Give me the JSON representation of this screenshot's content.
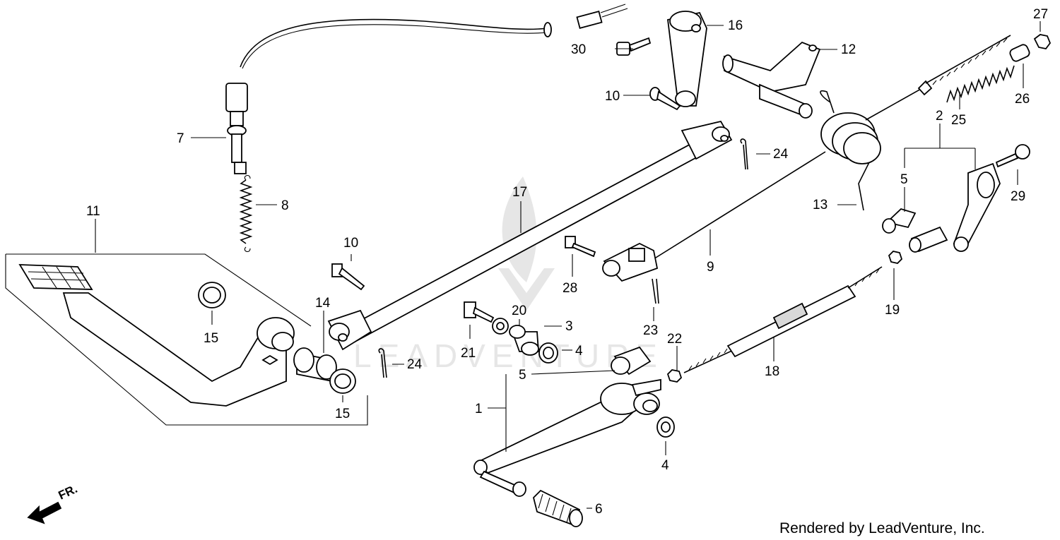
{
  "diagram": {
    "callouts": {
      "c1": "1",
      "c2": "2",
      "c3": "3",
      "c4a": "4",
      "c4b": "4",
      "c5a": "5",
      "c5b": "5",
      "c6": "6",
      "c7": "7",
      "c8": "8",
      "c9": "9",
      "c10a": "10",
      "c10b": "10",
      "c11": "11",
      "c12": "12",
      "c13": "13",
      "c14": "14",
      "c15a": "15",
      "c15b": "15",
      "c16": "16",
      "c17": "17",
      "c18": "18",
      "c19": "19",
      "c20": "20",
      "c21": "21",
      "c22": "22",
      "c23": "23",
      "c24a": "24",
      "c24b": "24",
      "c25": "25",
      "c26": "26",
      "c27": "27",
      "c28": "28",
      "c29": "29",
      "c30": "30"
    },
    "direction_label": "FR.",
    "watermark_text": "LEADVENTURE",
    "footer": "Rendered by LeadVenture, Inc."
  }
}
